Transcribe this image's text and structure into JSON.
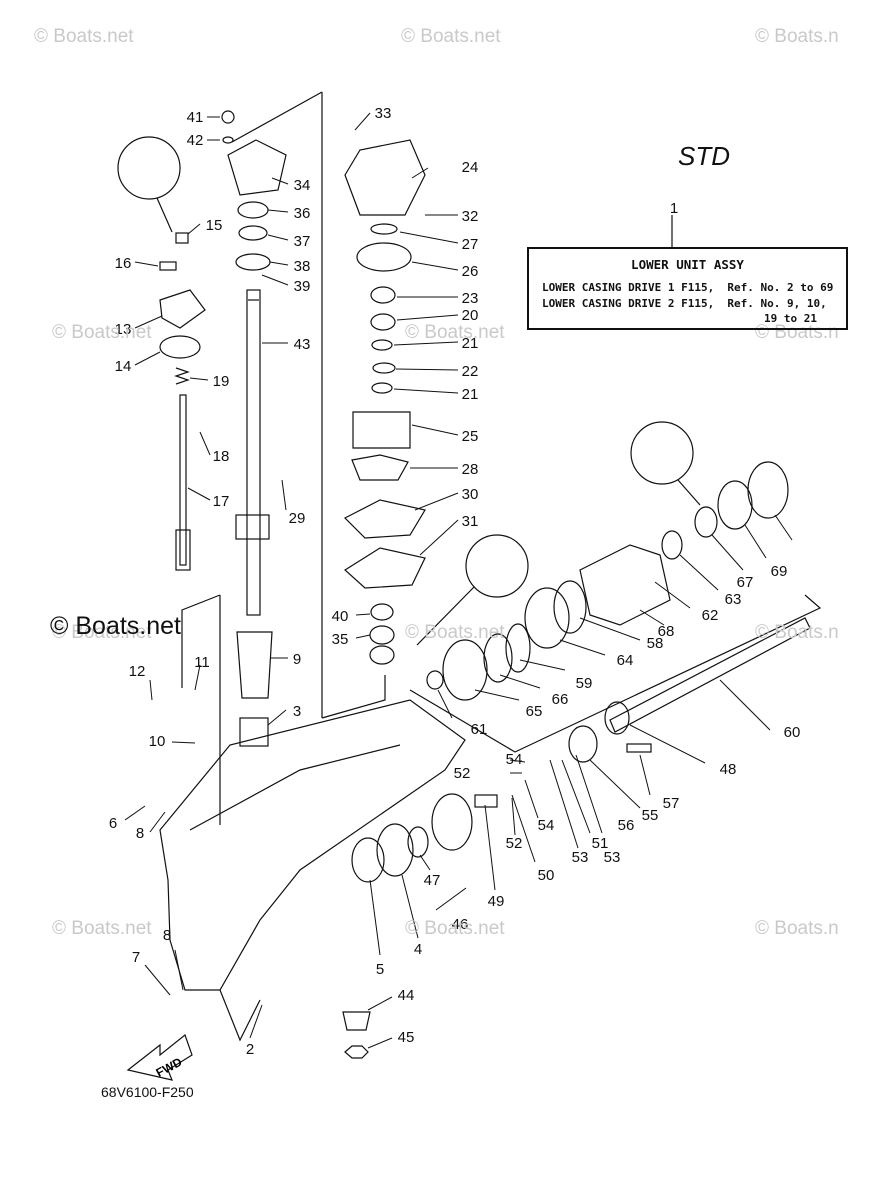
{
  "watermarks": [
    "© Boats.net",
    "© Boats.net",
    "© Boats.n",
    "© Boats.net",
    "© Boats.net",
    "© Boats.n",
    "© Boats.net",
    "© Boats.net",
    "© Boats.n",
    "© Boats.net",
    "© Boats.net",
    "© Boats.n"
  ],
  "watermark_main": "© Boats.net",
  "std_label": "STD",
  "callout": {
    "ref": "1",
    "title": "LOWER UNIT ASSY",
    "lines": [
      "LOWER CASING DRIVE 1 F115,  Ref. No. 2 to 69",
      "LOWER CASING DRIVE 2 F115,  Ref. No. 9, 10,",
      "19 to 21"
    ]
  },
  "part_number": "68V6100-F250",
  "fwd_label": "FWD",
  "labels": [
    "41",
    "42",
    "34",
    "36",
    "37",
    "38",
    "39",
    "43",
    "33",
    "24",
    "32",
    "27",
    "26",
    "23",
    "20",
    "21",
    "22",
    "21",
    "25",
    "28",
    "30",
    "31",
    "15",
    "16",
    "13",
    "14",
    "19",
    "18",
    "17",
    "29",
    "9",
    "40",
    "35",
    "3",
    "12",
    "11",
    "10",
    "6",
    "8",
    "8",
    "7",
    "2",
    "5",
    "4",
    "47",
    "46",
    "44",
    "45",
    "49",
    "50",
    "52",
    "54",
    "52",
    "54",
    "53",
    "51",
    "53",
    "56",
    "55",
    "57",
    "48",
    "60",
    "65",
    "66",
    "61",
    "59",
    "64",
    "58",
    "62",
    "63",
    "67",
    "68",
    "69"
  ]
}
